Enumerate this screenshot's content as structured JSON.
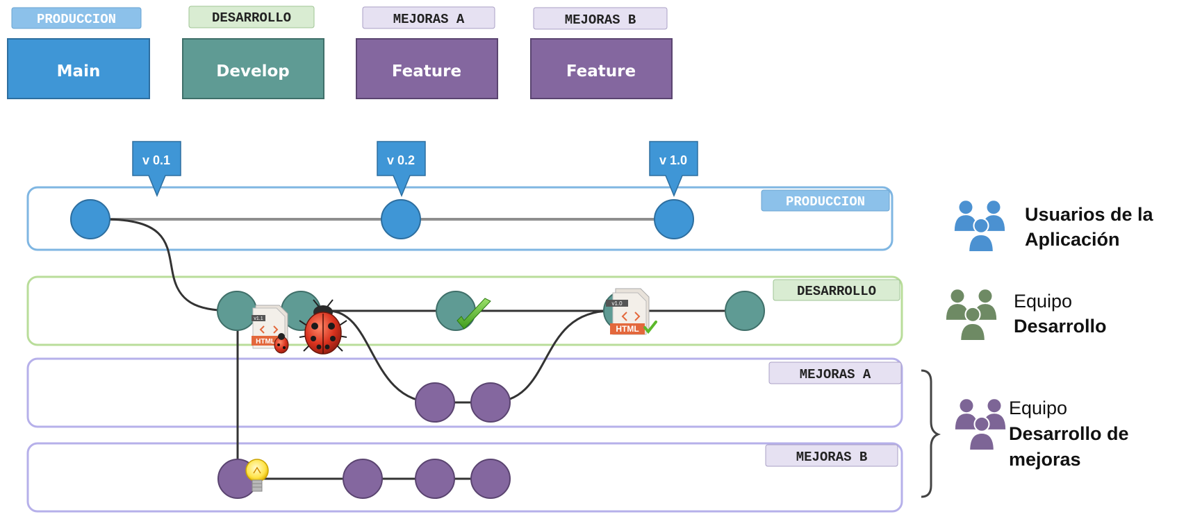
{
  "legend_top": [
    {
      "tag": "PRODUCCION",
      "box": "Main",
      "color": "#3f96d6",
      "tag_bg": "#8cc1ea",
      "tag_fg": "#ffffff"
    },
    {
      "tag": "DESARROLLO",
      "box": "Develop",
      "color": "#5f9b94",
      "tag_bg": "#d9ecd2",
      "tag_fg": "#222222"
    },
    {
      "tag": "MEJORAS A",
      "box": "Feature",
      "color": "#84679f",
      "tag_bg": "#e6e1f2",
      "tag_fg": "#222222"
    },
    {
      "tag": "MEJORAS B",
      "box": "Feature",
      "color": "#84679f",
      "tag_bg": "#e6e1f2",
      "tag_fg": "#222222"
    }
  ],
  "versions": [
    "v 0.1",
    "v 0.2",
    "v 1.0"
  ],
  "lanes": {
    "produccion": "PRODUCCION",
    "desarrollo": "DESARROLLO",
    "mejoras_a": "MEJORAS A",
    "mejoras_b": "MEJORAS B"
  },
  "file_badges": [
    "v1.1",
    "v1.0"
  ],
  "file_type": "HTML",
  "teams": {
    "usuarios": {
      "line1": "Usuarios de la",
      "line2": "Aplicación"
    },
    "desarrollo": {
      "line1": "Equipo",
      "line2": "Desarrollo"
    },
    "mejoras": {
      "line1": "Equipo",
      "line2": "Desarrollo de",
      "line3": "mejoras"
    }
  },
  "colors": {
    "blue": "#3f96d6",
    "teal": "#5f9b94",
    "purple": "#84679f",
    "lane_blue": "#7fb6e2",
    "lane_green": "#b9dd9a",
    "lane_purple": "#b6b0ea",
    "team_blue": "#4b91d1",
    "team_green": "#6e8a64",
    "team_purple": "#7d6596"
  },
  "icons": [
    "bug-icon",
    "checkmark-icon",
    "lightbulb-icon",
    "html-file-icon",
    "people-icon",
    "brace-icon"
  ]
}
